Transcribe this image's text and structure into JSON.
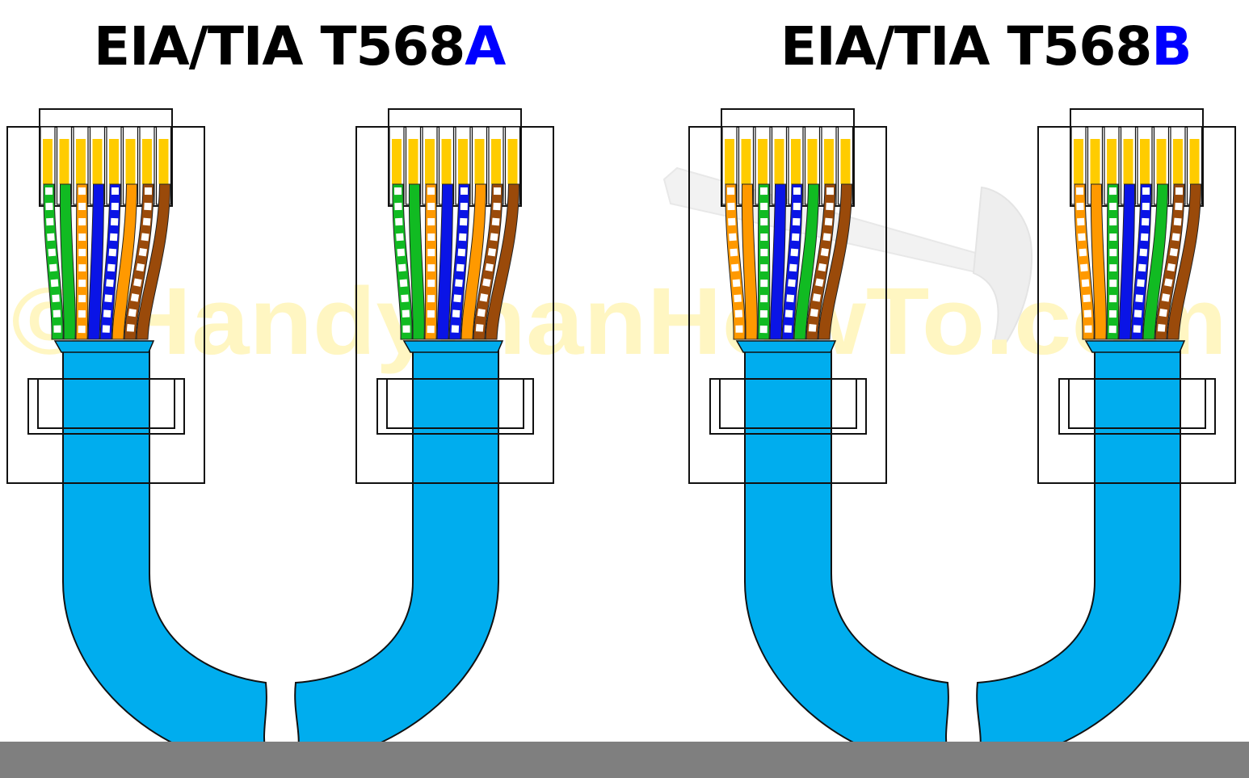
{
  "panels": [
    {
      "title_prefix": "EIA/TIA T568",
      "title_letter": "A"
    },
    {
      "title_prefix": "EIA/TIA T568",
      "title_letter": "B"
    }
  ],
  "watermark": "© HandymanHowTo.com",
  "colors": {
    "title_text": "#000000",
    "standard_letter": "#0000ff",
    "cable_jacket": "#00adee",
    "gold_contact": "#ffcc00",
    "white": "#ffffff",
    "green": "#11bb22",
    "orange": "#ff9900",
    "blue": "#0a14e6",
    "brown": "#9a4a0a",
    "watermark": "#fff6c2",
    "bottom_bar": "#7f7f7f"
  },
  "wiring": {
    "T568A": [
      {
        "pin": 1,
        "color": "green",
        "striped": true
      },
      {
        "pin": 2,
        "color": "green",
        "striped": false
      },
      {
        "pin": 3,
        "color": "orange",
        "striped": true
      },
      {
        "pin": 4,
        "color": "blue",
        "striped": false
      },
      {
        "pin": 5,
        "color": "blue",
        "striped": true
      },
      {
        "pin": 6,
        "color": "orange",
        "striped": false
      },
      {
        "pin": 7,
        "color": "brown",
        "striped": true
      },
      {
        "pin": 8,
        "color": "brown",
        "striped": false
      }
    ],
    "T568B": [
      {
        "pin": 1,
        "color": "orange",
        "striped": true
      },
      {
        "pin": 2,
        "color": "orange",
        "striped": false
      },
      {
        "pin": 3,
        "color": "green",
        "striped": true
      },
      {
        "pin": 4,
        "color": "blue",
        "striped": false
      },
      {
        "pin": 5,
        "color": "blue",
        "striped": true
      },
      {
        "pin": 6,
        "color": "green",
        "striped": false
      },
      {
        "pin": 7,
        "color": "brown",
        "striped": true
      },
      {
        "pin": 8,
        "color": "brown",
        "striped": false
      }
    ]
  }
}
